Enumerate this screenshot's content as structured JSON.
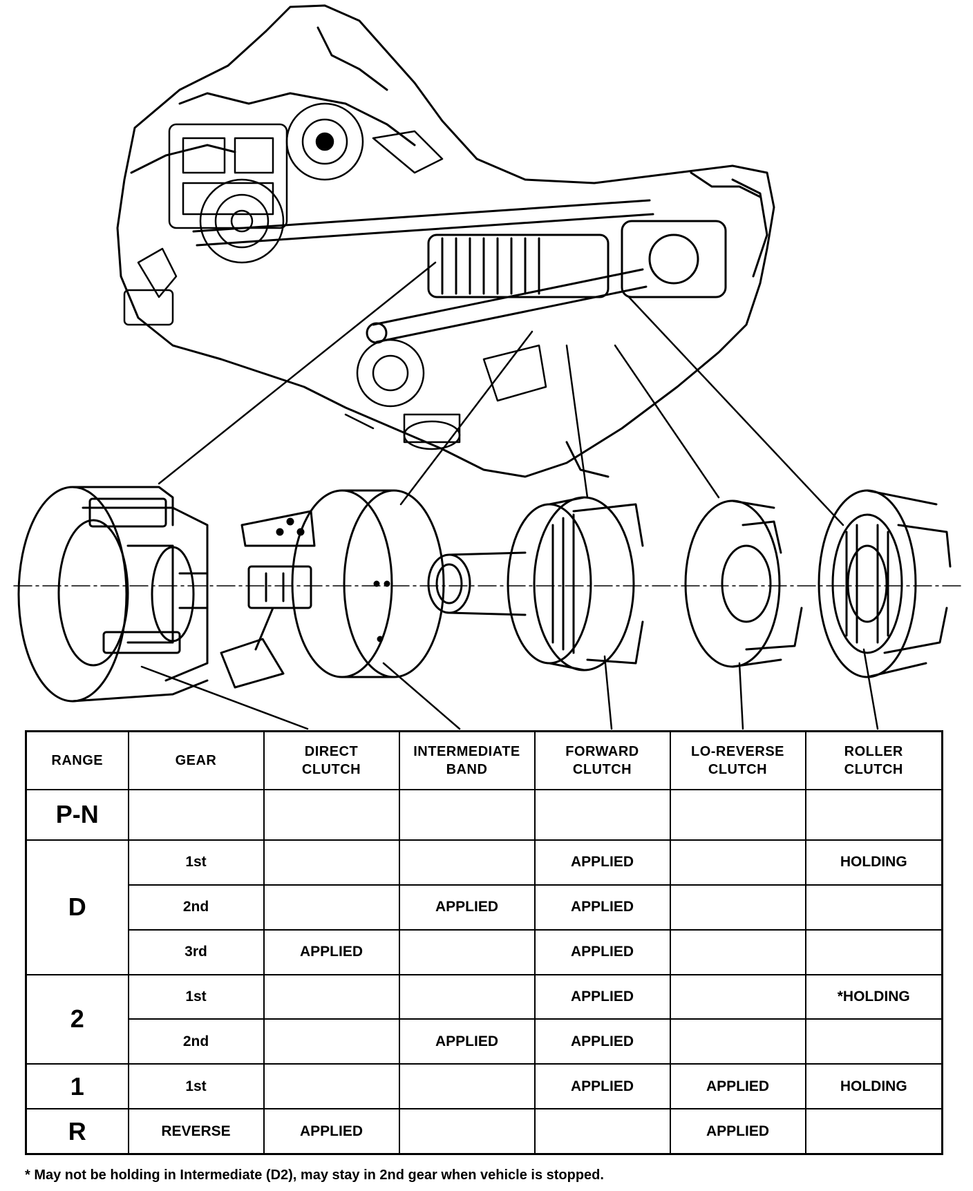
{
  "table": {
    "headers": [
      "RANGE",
      "GEAR",
      "DIRECT CLUTCH",
      "INTERMEDIATE BAND",
      "FORWARD CLUTCH",
      "LO-REVERSE CLUTCH",
      "ROLLER CLUTCH"
    ],
    "header_lines": [
      [
        "RANGE",
        ""
      ],
      [
        "GEAR",
        ""
      ],
      [
        "DIRECT",
        "CLUTCH"
      ],
      [
        "INTERMEDIATE",
        "BAND"
      ],
      [
        "FORWARD",
        "CLUTCH"
      ],
      [
        "LO-REVERSE",
        "CLUTCH"
      ],
      [
        "ROLLER",
        "CLUTCH"
      ]
    ],
    "ranges": [
      {
        "range": "P-N",
        "rows": [
          {
            "gear": "",
            "direct": "",
            "intermediate": "",
            "forward": "",
            "lo_reverse": "",
            "roller": ""
          }
        ]
      },
      {
        "range": "D",
        "rows": [
          {
            "gear": "1st",
            "direct": "",
            "intermediate": "",
            "forward": "APPLIED",
            "lo_reverse": "",
            "roller": "HOLDING"
          },
          {
            "gear": "2nd",
            "direct": "",
            "intermediate": "APPLIED",
            "forward": "APPLIED",
            "lo_reverse": "",
            "roller": ""
          },
          {
            "gear": "3rd",
            "direct": "APPLIED",
            "intermediate": "",
            "forward": "APPLIED",
            "lo_reverse": "",
            "roller": ""
          }
        ]
      },
      {
        "range": "2",
        "rows": [
          {
            "gear": "1st",
            "direct": "",
            "intermediate": "",
            "forward": "APPLIED",
            "lo_reverse": "",
            "roller": "*HOLDING"
          },
          {
            "gear": "2nd",
            "direct": "",
            "intermediate": "APPLIED",
            "forward": "APPLIED",
            "lo_reverse": "",
            "roller": ""
          }
        ]
      },
      {
        "range": "1",
        "rows": [
          {
            "gear": "1st",
            "direct": "",
            "intermediate": "",
            "forward": "APPLIED",
            "lo_reverse": "APPLIED",
            "roller": "HOLDING"
          }
        ]
      },
      {
        "range": "R",
        "rows": [
          {
            "gear": "REVERSE",
            "direct": "APPLIED",
            "intermediate": "",
            "forward": "",
            "lo_reverse": "APPLIED",
            "roller": ""
          }
        ]
      }
    ]
  },
  "footnote": "* May not be holding in Intermediate (D2), may stay in 2nd gear when vehicle is stopped."
}
